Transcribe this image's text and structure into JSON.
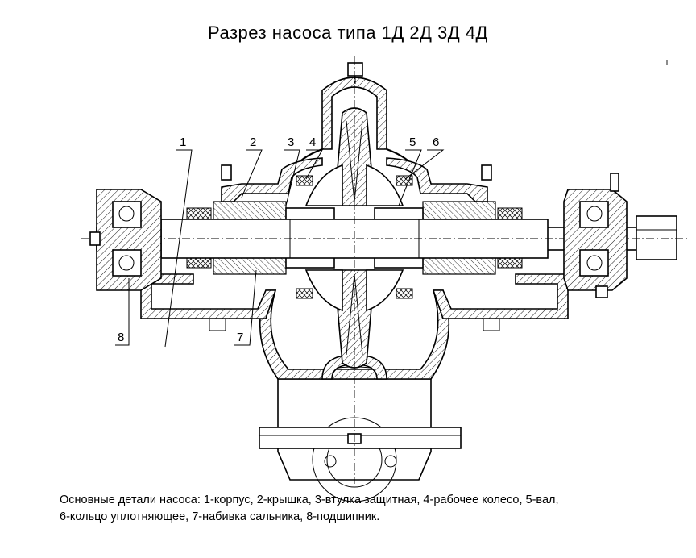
{
  "title": "Разрез насоса типа 1Д  2Д  3Д  4Д",
  "callouts": {
    "c1": "1",
    "c2": "2",
    "c3": "3",
    "c4": "4",
    "c5": "5",
    "c6": "6",
    "c7": "7",
    "c8": "8"
  },
  "caption": {
    "line1": "Основные детали насоса: 1-корпус, 2-крышка, 3-втулка защитная, 4-рабочее колесо, 5-вал,",
    "line2": "6-кольцо уплотняющее, 7-набивка сальника, 8-подшипник."
  }
}
